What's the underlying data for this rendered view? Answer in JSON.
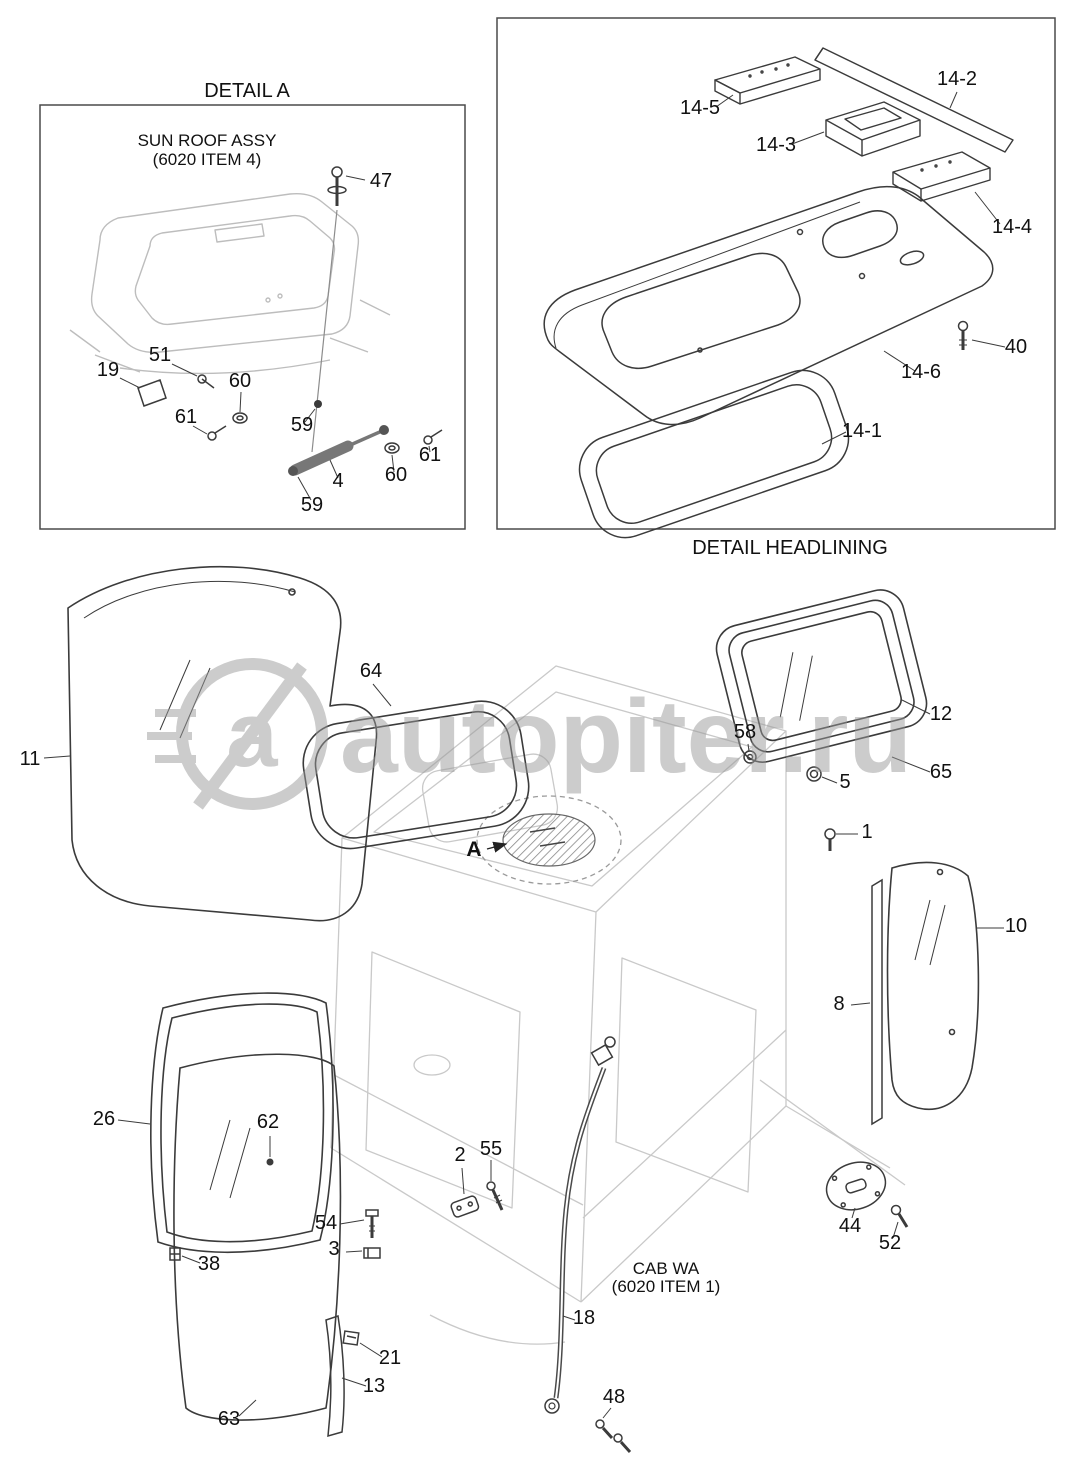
{
  "watermark": {
    "text": "autopiter.ru",
    "color": "#9a9a9a"
  },
  "detail_a": {
    "title": "DETAIL A",
    "subtitle_line1": "SUN ROOF ASSY",
    "subtitle_line2": "(6020 ITEM 4)",
    "labels": [
      "47",
      "51",
      "19",
      "60",
      "61",
      "59",
      "61",
      "60",
      "4",
      "59"
    ]
  },
  "headlining": {
    "caption": "DETAIL HEADLINING",
    "labels": [
      "14-5",
      "14-2",
      "14-3",
      "14-4",
      "40",
      "14-6",
      "14-1"
    ]
  },
  "main": {
    "callout_a": "A",
    "cab_note_line1": "CAB WA",
    "cab_note_line2": "(6020 ITEM 1)",
    "labels": [
      "64",
      "11",
      "12",
      "58",
      "65",
      "5",
      "1",
      "10",
      "8",
      "26",
      "62",
      "2",
      "55",
      "54",
      "3",
      "38",
      "21",
      "13",
      "63",
      "18",
      "44",
      "52",
      "48"
    ]
  }
}
